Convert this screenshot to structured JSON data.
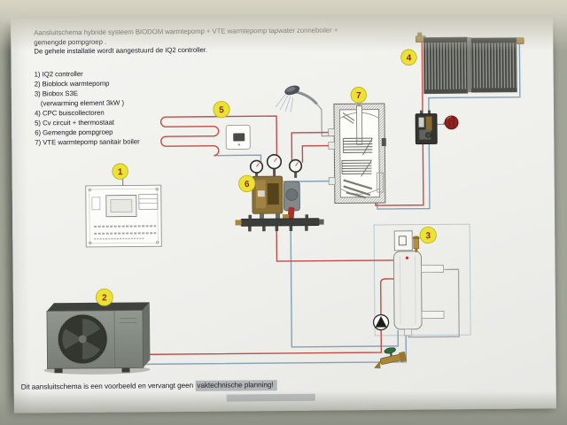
{
  "document": {
    "title_lines": [
      "Aansluitschema hybride systeem BIODOM warmtepomp + VTE warmtepomp tapwater zonneboiler +",
      "gemengde pompgroep .",
      "De gehele installatie wordt aangestuurd de IQ2 controller."
    ],
    "legend": {
      "items": [
        "1) IQ2 controller",
        "2) Bioblock warmtepomp",
        "3) Biobox S3E",
        "(verwarming element 3kW )",
        "4) CPC buiscollectoren",
        "5) Cv circuit + thermostaat",
        "6) Gemengde pompgroep",
        "7) VTE warmtepomp sanitair boiler"
      ]
    },
    "footer_note": {
      "plain": "Dit aansluitschema is een voorbeeld en vervangt geen ",
      "highlighted": "vaktechnische planning!"
    }
  },
  "diagram": {
    "callouts": [
      {
        "number": "1",
        "component": "IQ2 controller"
      },
      {
        "number": "2",
        "component": "Bioblock warmtepomp"
      },
      {
        "number": "3",
        "component": "Biobox S3E (verwarming element 3kW)"
      },
      {
        "number": "4",
        "component": "CPC buiscollectoren"
      },
      {
        "number": "5",
        "component": "Cv circuit + thermostaat"
      },
      {
        "number": "6",
        "component": "Gemengde pompgroep"
      },
      {
        "number": "7",
        "component": "VTE warmtepomp sanitair boiler"
      }
    ],
    "colors": {
      "callout_fill": "#eae334",
      "callout_text": "#8c2912",
      "pipe_warm": "#bf4f49",
      "pipe_cold": "#86a0b5"
    }
  }
}
